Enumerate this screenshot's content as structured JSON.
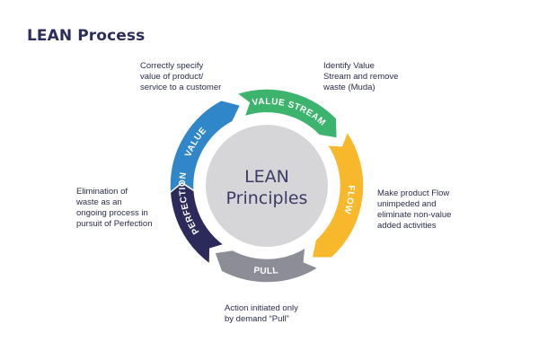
{
  "title": "LEAN Process",
  "center": {
    "line1": "LEAN",
    "line2": "Principles"
  },
  "segments": [
    {
      "label": "VALUE",
      "color": "#2f86c8"
    },
    {
      "label": "VALUE STREAM",
      "color": "#3cb46e"
    },
    {
      "label": "FLOW",
      "color": "#f7b82c"
    },
    {
      "label": "PULL",
      "color": "#8c8d97"
    },
    {
      "label": "PERFECTION",
      "color": "#2c2a5a"
    }
  ],
  "descriptions": {
    "value": [
      "Correctly specify",
      "value of product/",
      "service to a customer"
    ],
    "value_stream": [
      "Identify Value",
      "Stream and remove",
      "waste (Muda)"
    ],
    "flow": [
      "Make product Flow",
      "unimpeded and",
      "eliminate non-value",
      "added activities"
    ],
    "pull": [
      "Action initiated only",
      "by demand “Pull”"
    ],
    "perfection": [
      "Elimination of",
      "waste as an",
      "ongoing process in",
      "pursuit of Perfection"
    ]
  }
}
